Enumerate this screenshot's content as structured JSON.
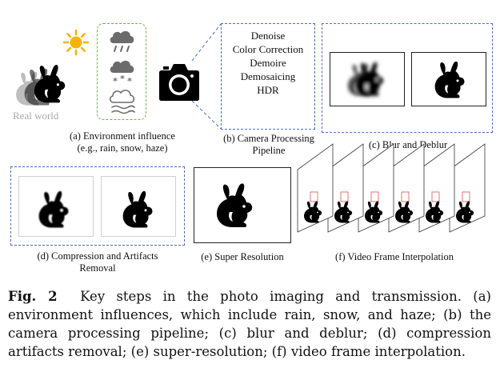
{
  "figure": {
    "real_world_label": "Real world",
    "pipeline_steps": [
      "Denoise",
      "Color Correction",
      "Demoire",
      "Demosaicing",
      "HDR"
    ],
    "subcaptions": {
      "a_line1": "(a) Environment influence",
      "a_line2": "(e.g., rain, snow, haze)",
      "b_line1": "(b) Camera Processing",
      "b_line2": "Pipeline",
      "c": "(c) Blur and Deblur",
      "d_line1": "(d) Compression and Artifacts",
      "d_line2": "Removal",
      "e": "(e) Super Resolution",
      "f": "(f) Video Frame Interpolation"
    },
    "icons": [
      "sun-icon",
      "rain-cloud-icon",
      "snow-cloud-icon",
      "haze-cloud-icon",
      "camera-icon",
      "rabbit-icon"
    ],
    "colors": {
      "dashed_border": "#4a6fb5",
      "sun": "#f6b400",
      "env_box_border": "#6ab04c",
      "frame_highlight": "#e05050"
    }
  },
  "caption": {
    "label": "Fig. 2",
    "text": "Key steps in the photo imaging and transmission. (a) environment influences, which include rain, snow, and haze; (b) the camera processing pipeline; (c) blur and deblur; (d) compression artifacts removal; (e) super-resolution; (f) video frame interpolation."
  }
}
